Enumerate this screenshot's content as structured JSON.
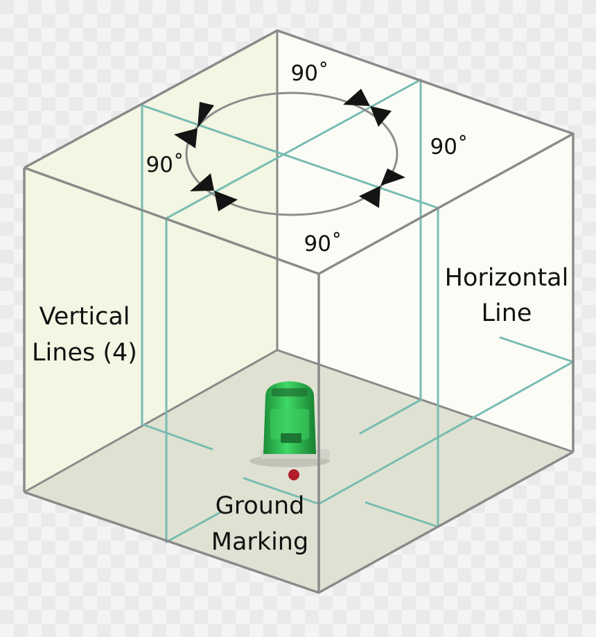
{
  "labels": {
    "vertical_lines": [
      "Vertical",
      "Lines (4)"
    ],
    "horizontal_line": [
      "Horizontal",
      "Line"
    ],
    "ground_marking": [
      "Ground",
      "Marking"
    ],
    "angle_top": "90˚",
    "angle_right": "90˚",
    "angle_left": "90˚",
    "angle_bottom": "90˚"
  },
  "colors": {
    "background_stripe_a": "#f4f4f4",
    "background_stripe_b": "#e8e8e8",
    "left_wall": "#f2f6e2",
    "back_wall": "#fcfcf7",
    "ceiling": "#fbfbf6",
    "floor": "#dfe2d2",
    "edges": "#8a8a8a",
    "laser_line": "#78bcb2",
    "ground_dot": "#b01e2a",
    "device_green": "#27b84a"
  },
  "icons": [
    "arrow-pair-icon",
    "laser-level-device-icon"
  ]
}
